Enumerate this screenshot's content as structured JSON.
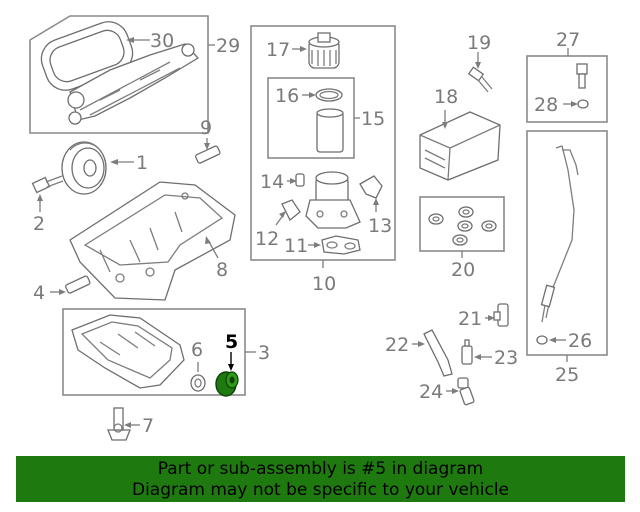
{
  "diagram": {
    "callouts": {
      "c1": "1",
      "c2": "2",
      "c3": "3",
      "c4": "4",
      "c5": "5",
      "c6": "6",
      "c7": "7",
      "c8": "8",
      "c9": "9",
      "c10": "10",
      "c11": "11",
      "c12": "12",
      "c13": "13",
      "c14": "14",
      "c15": "15",
      "c16": "16",
      "c17": "17",
      "c18": "18",
      "c19": "19",
      "c20": "20",
      "c21": "21",
      "c22": "22",
      "c23": "23",
      "c24": "24",
      "c25": "25",
      "c26": "26",
      "c27": "27",
      "c28": "28",
      "c29": "29",
      "c30": "30"
    },
    "highlighted_part": "5",
    "highlight_color": "#1e7a0e",
    "line_color": "#7d7d7d"
  },
  "banner": {
    "line1": "Part or sub-assembly is #5 in diagram",
    "line2": "Diagram may not be specific to your vehicle",
    "background": "#1e7a0e"
  }
}
